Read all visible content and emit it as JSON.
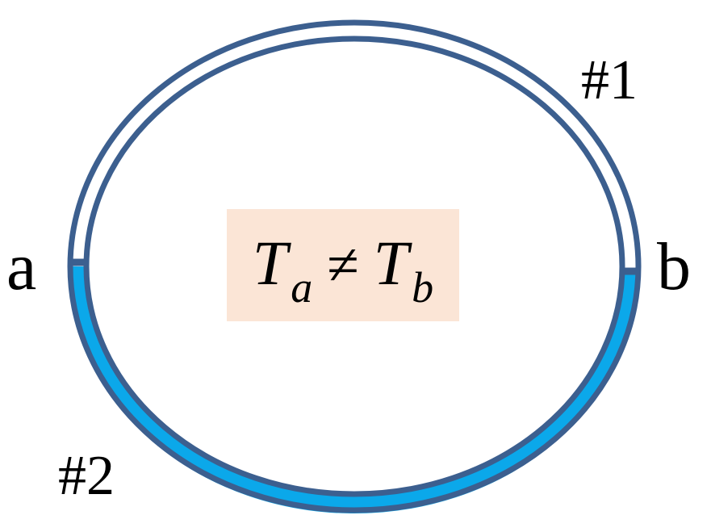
{
  "diagram": {
    "junction_a": "a",
    "junction_b": "b",
    "wire_1_label": "#1",
    "wire_2_label": "#2",
    "equation": {
      "left_symbol": "T",
      "left_subscript": "a",
      "operator": "≠",
      "right_symbol": "T",
      "right_subscript": "b"
    }
  },
  "colors": {
    "wire_outline": "#3C5F8F",
    "wire_1_fill": "#FFFFFF",
    "wire_2_fill": "#0BA8EA",
    "equation_box": "#FBE5D6"
  }
}
